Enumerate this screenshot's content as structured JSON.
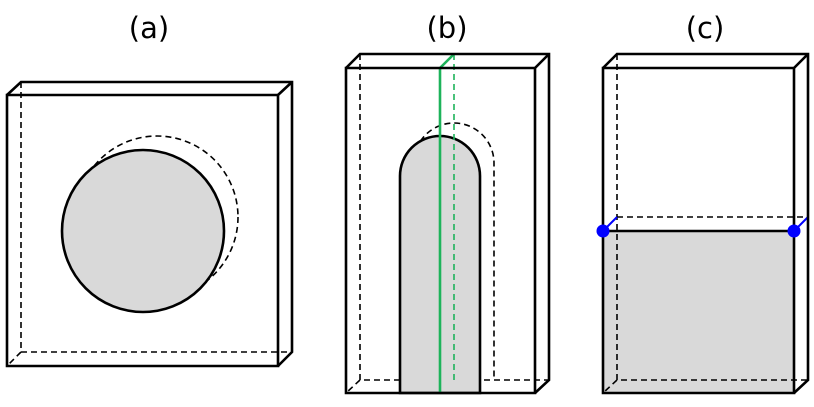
{
  "panels": [
    {
      "id": "a",
      "label": "(a)"
    },
    {
      "id": "b",
      "label": "(b)"
    },
    {
      "id": "c",
      "label": "(c)"
    }
  ],
  "colors": {
    "outline": "#000000",
    "fill": "#d9d9d9",
    "cut_plane": "#1db35a",
    "intersection_points": "#0000ff"
  }
}
